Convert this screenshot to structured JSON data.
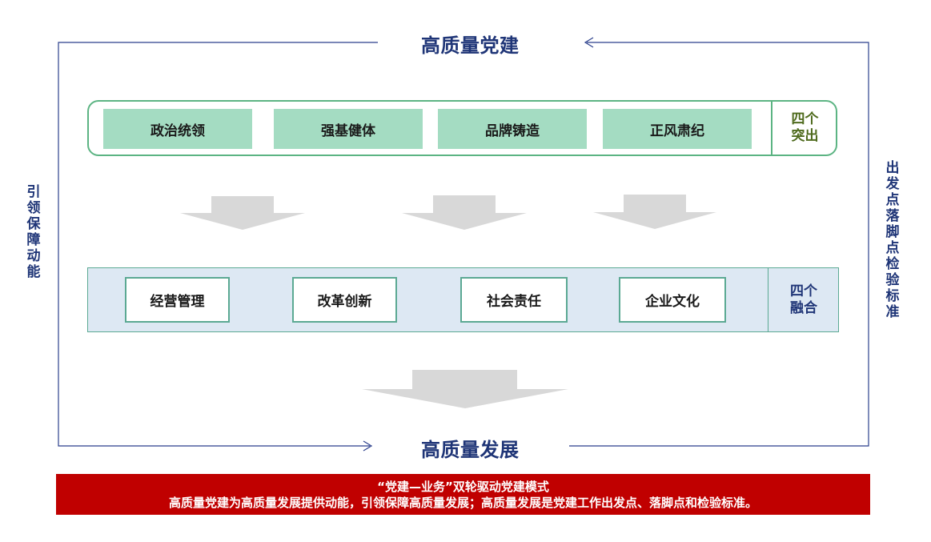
{
  "top_title": "高质量党建",
  "bottom_title": "高质量发展",
  "left_side_label": "引领保障动能",
  "right_side_label": "出发点落脚点检验标准",
  "green_row": {
    "items": [
      "政治统领",
      "强基健体",
      "品牌铸造",
      "正风肃纪"
    ],
    "label": "四个\n突出",
    "colors": {
      "border": "#5cb483",
      "fill": "#a4dcc2",
      "label": "#4f6b1e"
    }
  },
  "blue_row": {
    "items": [
      "经营管理",
      "改革创新",
      "社会责任",
      "企业文化"
    ],
    "label": "四个\n融合",
    "colors": {
      "fill": "#dde8f3",
      "border": "#5ba993",
      "label": "#1f3577"
    }
  },
  "banner": {
    "line1": "“党建—业务”双轮驱动党建模式",
    "line2": "高质量党建为高质量发展提供动能，引领保障高质量发展；高质量发展是党建工作出发点、落脚点和检验标准。",
    "color": "#c00000"
  },
  "accent_color": "#1f3577",
  "arrow_color": "#d8d8d8"
}
